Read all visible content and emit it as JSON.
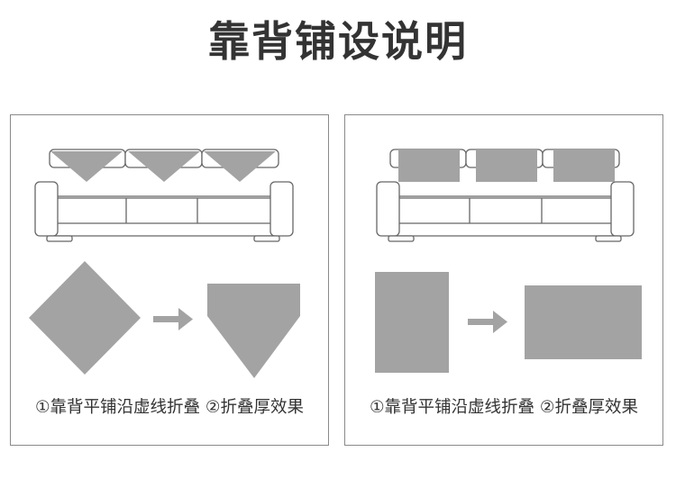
{
  "title": "靠背铺设说明",
  "panels": [
    {
      "method": "diagonal",
      "caption": "①靠背平铺沿虚线折叠 ②折叠厚效果",
      "colors": {
        "fill": "#a3a3a3",
        "line": "#6a6a6a"
      }
    },
    {
      "method": "flat",
      "caption": "①靠背平铺沿虚线折叠 ②折叠厚效果",
      "colors": {
        "fill": "#a3a3a3",
        "line": "#6a6a6a"
      }
    }
  ]
}
